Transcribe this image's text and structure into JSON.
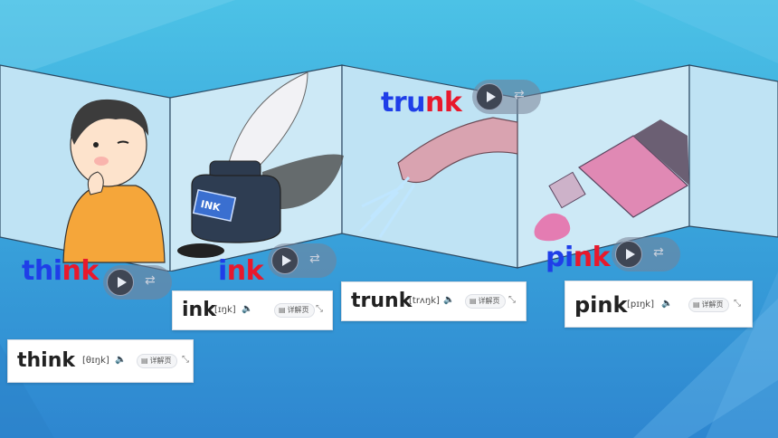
{
  "colors": {
    "prefix": "#1f3ee8",
    "highlight": "#e8192c",
    "speaker": "#22b04b",
    "play_button": "#3f4654"
  },
  "words": [
    {
      "id": "think",
      "prefix": "thi",
      "suffix": "nk"
    },
    {
      "id": "ink",
      "prefix": "i",
      "suffix": "nk"
    },
    {
      "id": "trunk",
      "prefix": "tru",
      "suffix": "nk"
    },
    {
      "id": "pink",
      "prefix": "pi",
      "suffix": "nk"
    }
  ],
  "cards": [
    {
      "id": "think",
      "word": "think",
      "phonetic": "[θɪŋk]",
      "detail_label": "详解页"
    },
    {
      "id": "ink",
      "word": "ink",
      "phonetic": "[ɪŋk]",
      "detail_label": "详解页"
    },
    {
      "id": "trunk",
      "word": "trunk",
      "phonetic": "[trʌŋk]",
      "detail_label": "详解页"
    },
    {
      "id": "pink",
      "word": "pink",
      "phonetic": "[pɪŋk]",
      "detail_label": "详解页"
    }
  ],
  "icons": {
    "play": "play-icon",
    "swap": "swap-icon",
    "speaker": "speaker-icon",
    "detail": "document-icon",
    "expand": "expand-icon"
  },
  "illustrations": {
    "ink_bottle_label": "INK"
  }
}
